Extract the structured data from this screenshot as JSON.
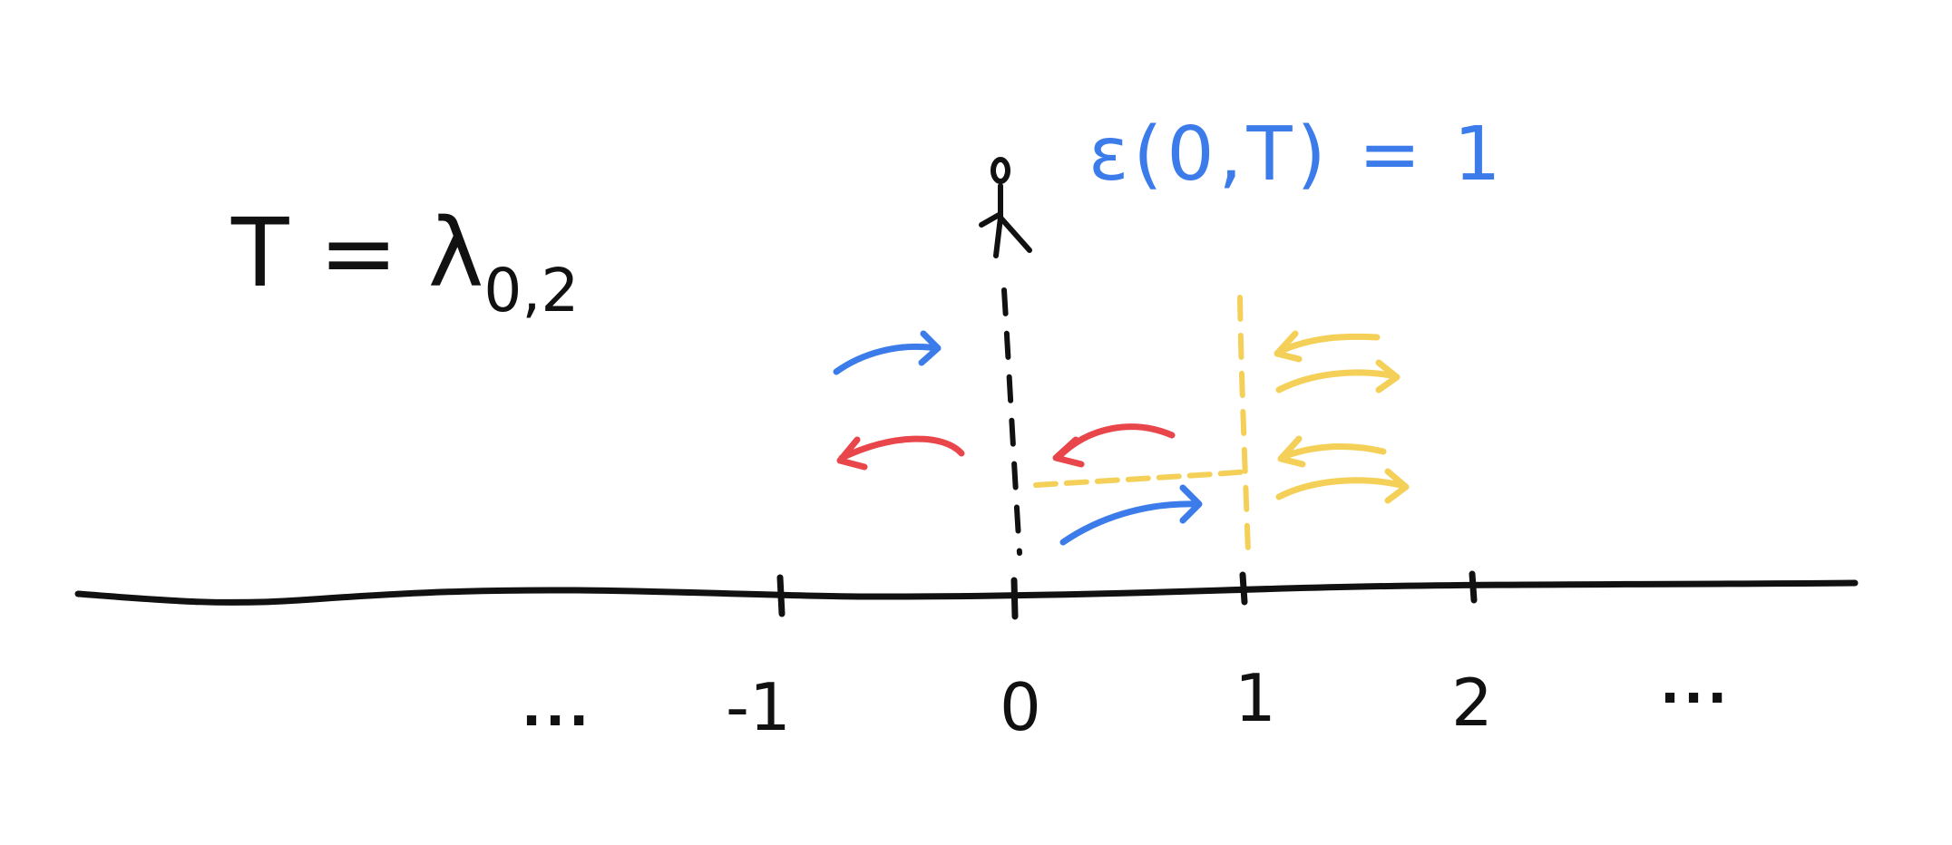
{
  "equation_left": "T = λ",
  "equation_left_sub": "0,2",
  "equation_right": "ε(0,T) = 1",
  "tick_labels": [
    "...",
    "-1",
    "0",
    "1",
    "2",
    "..."
  ],
  "colors": {
    "ink": "#111111",
    "blue": "#3b7bea",
    "red": "#e8464a",
    "yellow": "#f4d058"
  }
}
